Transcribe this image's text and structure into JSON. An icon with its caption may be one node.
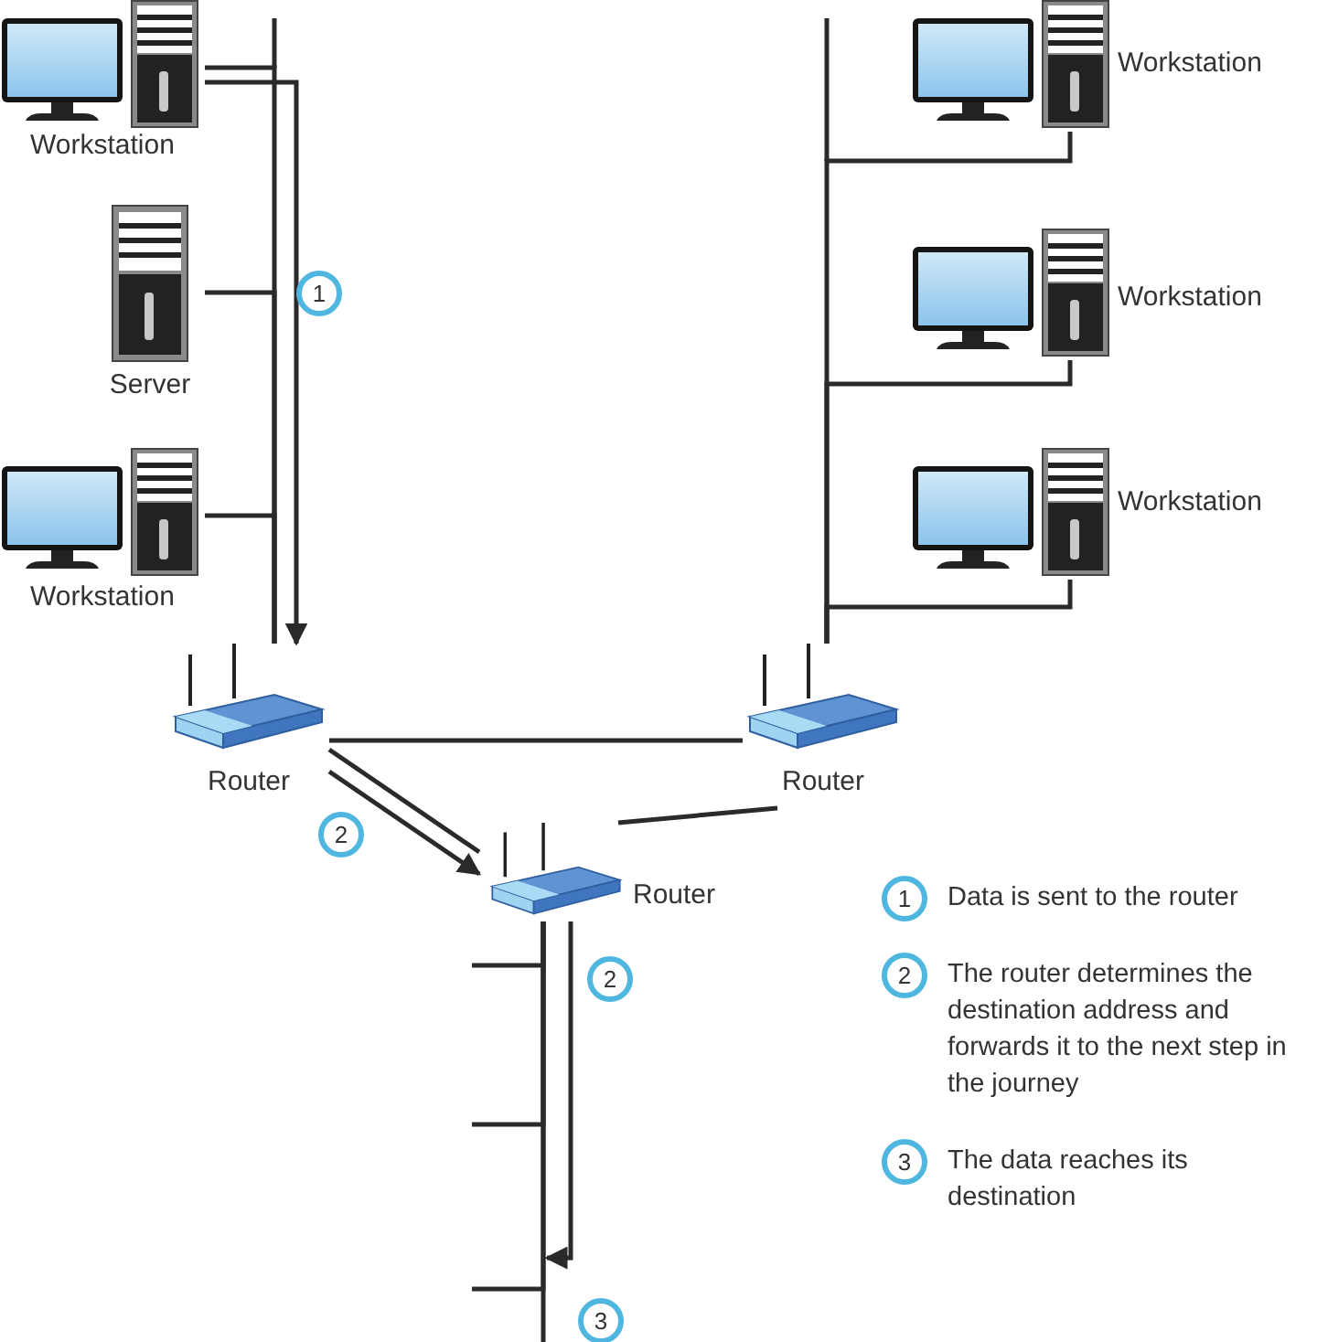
{
  "diagram": {
    "nodes": [
      {
        "text": [
          "Workstation"
        ]
      },
      {
        "text": [
          "Server"
        ]
      },
      {
        "text": [
          "Workstation"
        ]
      },
      {
        "text": [
          "Router"
        ]
      },
      {
        "text": [
          "Workstation"
        ]
      },
      {
        "text": [
          "Workstation"
        ]
      },
      {
        "text": [
          "Workstation"
        ]
      },
      {
        "text": [
          "Router"
        ]
      },
      {
        "text": [
          "Router"
        ]
      }
    ],
    "edges": [
      {
        "from": 0,
        "to": 3,
        "arrow": "none"
      },
      {
        "from": 1,
        "to": 3,
        "arrow": "none"
      },
      {
        "from": 2,
        "to": 3,
        "arrow": "none"
      },
      {
        "from": 0,
        "to": 3,
        "arrow": "to"
      },
      {
        "from": 4,
        "to": 7,
        "arrow": "none"
      },
      {
        "from": 5,
        "to": 7,
        "arrow": "none"
      },
      {
        "from": 6,
        "to": 7,
        "arrow": "none"
      },
      {
        "from": 3,
        "to": 7,
        "arrow": "none"
      },
      {
        "from": 3,
        "to": 8,
        "arrow": "none"
      },
      {
        "from": 3,
        "to": 8,
        "arrow": "to"
      },
      {
        "from": 7,
        "to": 8,
        "arrow": "none"
      },
      {
        "from": 8,
        "to": null,
        "arrow": "none"
      },
      {
        "from": 8,
        "to": null,
        "arrow": "none"
      },
      {
        "from": 8,
        "to": null,
        "arrow": "none"
      },
      {
        "from": 8,
        "to": null,
        "arrow": "none"
      },
      {
        "from": 8,
        "to": null,
        "arrow": "to"
      }
    ],
    "labels": [
      "1",
      "2",
      "2",
      "3",
      "1",
      "Data is sent to the router",
      "2",
      "The router determines the destination address and forwards it to the next step in the journey",
      "3",
      "The data reaches its destination"
    ]
  }
}
